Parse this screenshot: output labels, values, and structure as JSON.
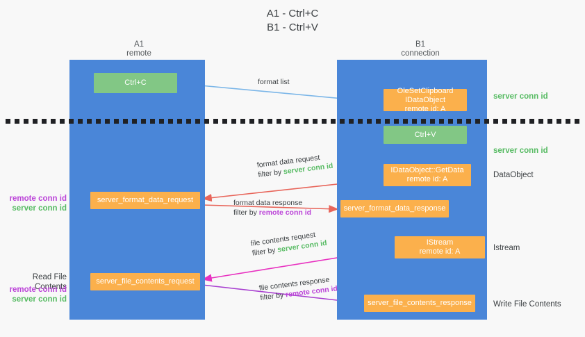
{
  "title": {
    "line1": "A1 - Ctrl+C",
    "line2": "B1 - Ctrl+V"
  },
  "columns": [
    {
      "name": "A1",
      "sub": "remote"
    },
    {
      "name": "B1",
      "sub": "connection"
    }
  ],
  "nodes": {
    "ctrl_c": {
      "line1": "Ctrl+C",
      "line2": "",
      "color": "#82c785"
    },
    "clipboard": {
      "line1": "OleSetClipboard IDataObject",
      "line2": "remote id: A",
      "color": "#fbb04c"
    },
    "ctrl_v": {
      "line1": "Ctrl+V",
      "line2": "",
      "color": "#82c785"
    },
    "getdata": {
      "line1": "IDataObject::GetData",
      "line2": "remote id: A",
      "color": "#fbb04c"
    },
    "istream": {
      "line1": "IStream",
      "line2": "remote id: A",
      "color": "#fbb04c"
    },
    "server_format_data_request": {
      "line1": "server_format_data_request",
      "line2": "",
      "color": "#fbb04c"
    },
    "server_format_data_response": {
      "line1": "server_format_data_response",
      "line2": "",
      "color": "#fbb04c"
    },
    "server_file_contents_request": {
      "line1": "server_file_contents_request",
      "line2": "",
      "color": "#fbb04c"
    },
    "server_file_contents_response": {
      "line1": "server_file_contents_response",
      "line2": "",
      "color": "#fbb04c"
    }
  },
  "edges": {
    "format_list": {
      "line1": "format list"
    },
    "format_data_request": {
      "line1": "format data request",
      "filter_prefix": "filter by ",
      "filter_value": "server conn id"
    },
    "format_data_response": {
      "line1": "format data response",
      "filter_prefix": "filter by ",
      "filter_value": "remote conn id"
    },
    "file_contents_request": {
      "line1": "file contents request",
      "filter_prefix": "filter by ",
      "filter_value": "server conn id"
    },
    "file_contents_response": {
      "line1": "file contents response",
      "filter_prefix": "filter by ",
      "filter_value": "remote conn id"
    }
  },
  "right_labels": {
    "server_conn_id_top": "server conn id",
    "server_conn_id_mid": "server conn id",
    "dataobject": "DataObject",
    "istream": "Istream",
    "write_file_contents": "Write File Contents"
  },
  "left_labels": {
    "remote_conn_id_1": "remote conn id",
    "server_conn_id_1": "server conn id",
    "read_file_contents": "Read File Contents",
    "remote_conn_id_2": "remote conn id",
    "server_conn_id_2": "server conn id"
  },
  "colors": {
    "lane": "#4a86d8",
    "green_node": "#82c785",
    "orange_node": "#fbb04c",
    "green_text": "#57bb63",
    "purple_text": "#bb44d8",
    "blue_arrow": "#7bb6e8",
    "red_arrow": "#e8655a",
    "black_arrow": "#202124",
    "magenta_arrow": "#e831c0",
    "purple_arrow": "#a83fd0",
    "background": "#f8f8f8"
  }
}
